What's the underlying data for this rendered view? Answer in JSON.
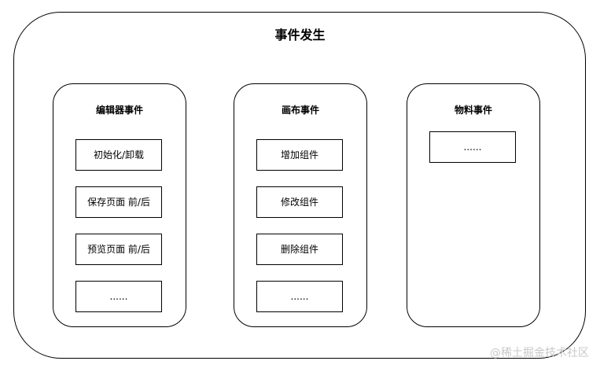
{
  "diagram": {
    "title": "事件发生",
    "groups": [
      {
        "title": "编辑器事件",
        "items": [
          "初始化/卸载",
          "保存页面 前/后",
          "预览页面 前/后",
          "......"
        ]
      },
      {
        "title": "画布事件",
        "items": [
          "增加组件",
          "修改组件",
          "删除组件",
          "......"
        ]
      },
      {
        "title": "物料事件",
        "items": [
          "......"
        ]
      }
    ]
  },
  "watermark": "@稀土掘金技术社区",
  "colors": {
    "border": "#000000",
    "background": "#ffffff",
    "watermark": "#c8c8c8"
  }
}
